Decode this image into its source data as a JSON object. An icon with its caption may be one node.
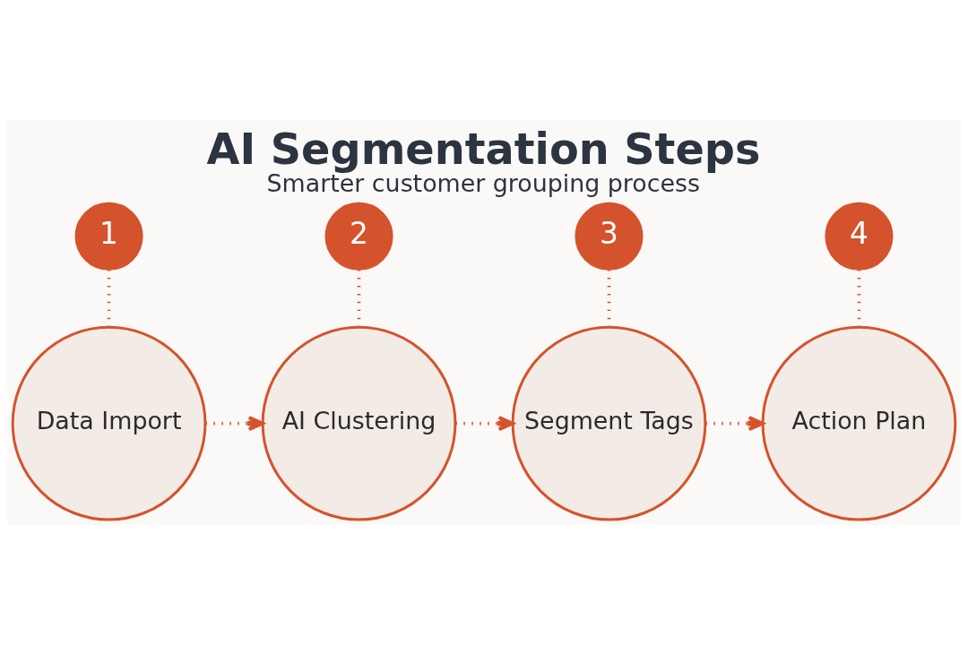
{
  "diagram": {
    "title": "AI Segmentation Steps",
    "caption": "Smarter customer grouping process",
    "nodes": [
      {
        "text": [
          "1"
        ]
      },
      {
        "text": [
          "2"
        ]
      },
      {
        "text": [
          "3"
        ]
      },
      {
        "text": [
          "4"
        ]
      },
      {
        "text": [
          "Data Import"
        ]
      },
      {
        "text": [
          "AI Clustering"
        ]
      },
      {
        "text": [
          "Segment Tags"
        ]
      },
      {
        "text": [
          "Action Plan"
        ]
      }
    ],
    "edges": [
      {
        "from": 0,
        "to": 4,
        "arrow": "none",
        "style": "dashed"
      },
      {
        "from": 1,
        "to": 5,
        "arrow": "none",
        "style": "dashed"
      },
      {
        "from": 2,
        "to": 6,
        "arrow": "none",
        "style": "dashed"
      },
      {
        "from": 3,
        "to": 7,
        "arrow": "none",
        "style": "dashed"
      },
      {
        "from": 4,
        "to": 5,
        "arrow": "to",
        "style": "dashed"
      },
      {
        "from": 5,
        "to": 6,
        "arrow": "to",
        "style": "dashed"
      },
      {
        "from": 6,
        "to": 7,
        "arrow": "to",
        "style": "dashed"
      }
    ]
  }
}
